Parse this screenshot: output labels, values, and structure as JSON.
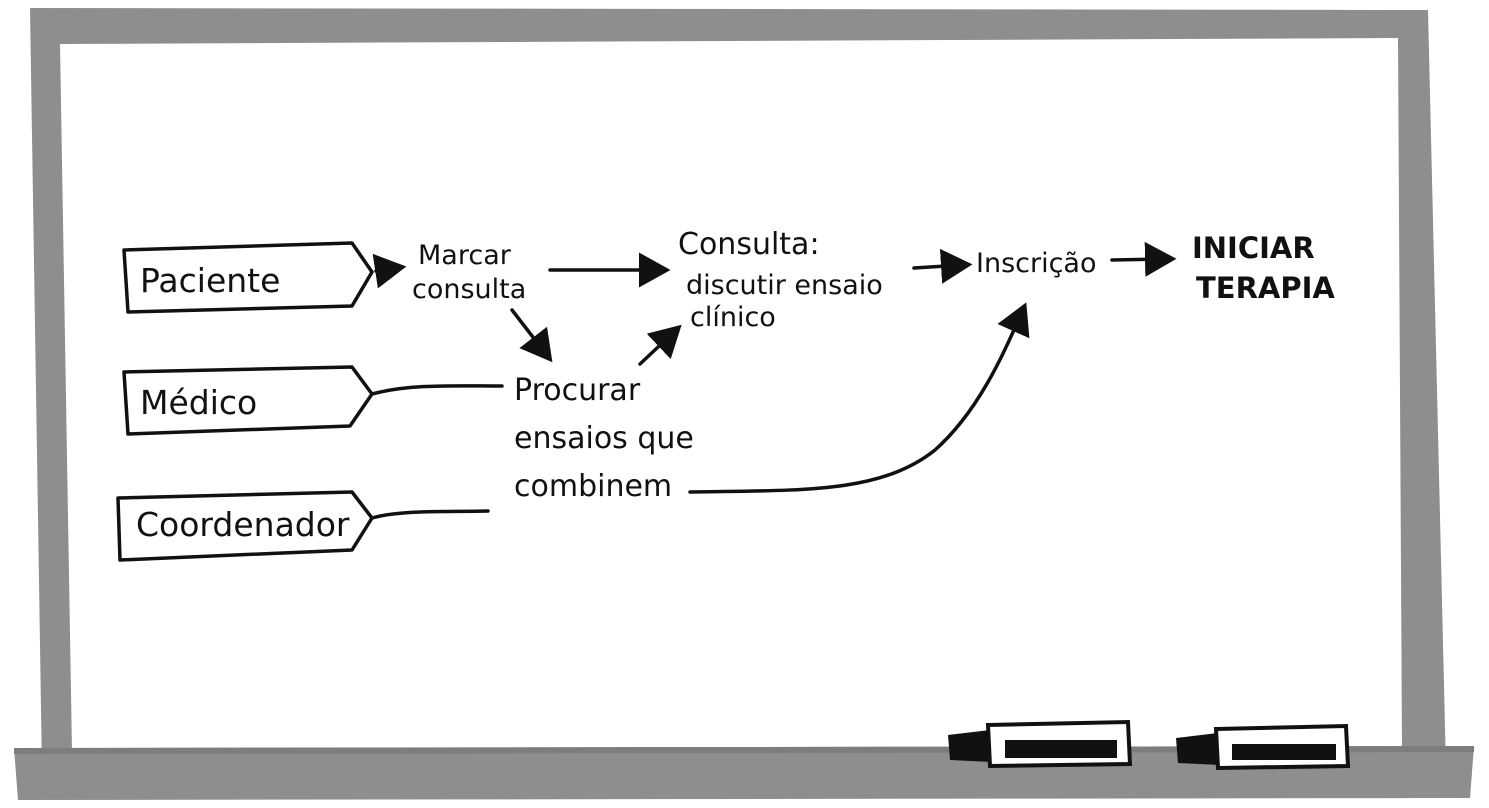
{
  "actors": {
    "paciente": "Paciente",
    "medico": "Médico",
    "coordenador": "Coordenador"
  },
  "steps": {
    "marcar_line1": "Marcar",
    "marcar_line2": "consulta",
    "consulta_line1": "Consulta:",
    "consulta_line2": "discutir ensaio",
    "consulta_line3": "clínico",
    "procurar_line1": "Procurar",
    "procurar_line2": "ensaios que",
    "procurar_line3": "combinem",
    "inscricao": "Inscrição",
    "iniciar_line1": "INICIAR",
    "iniciar_line2": "TERAPIA"
  },
  "colors": {
    "frame": "#8e8e91",
    "frame_dark": "#7d7d80",
    "board": "#ffffff",
    "ink": "#111111"
  }
}
